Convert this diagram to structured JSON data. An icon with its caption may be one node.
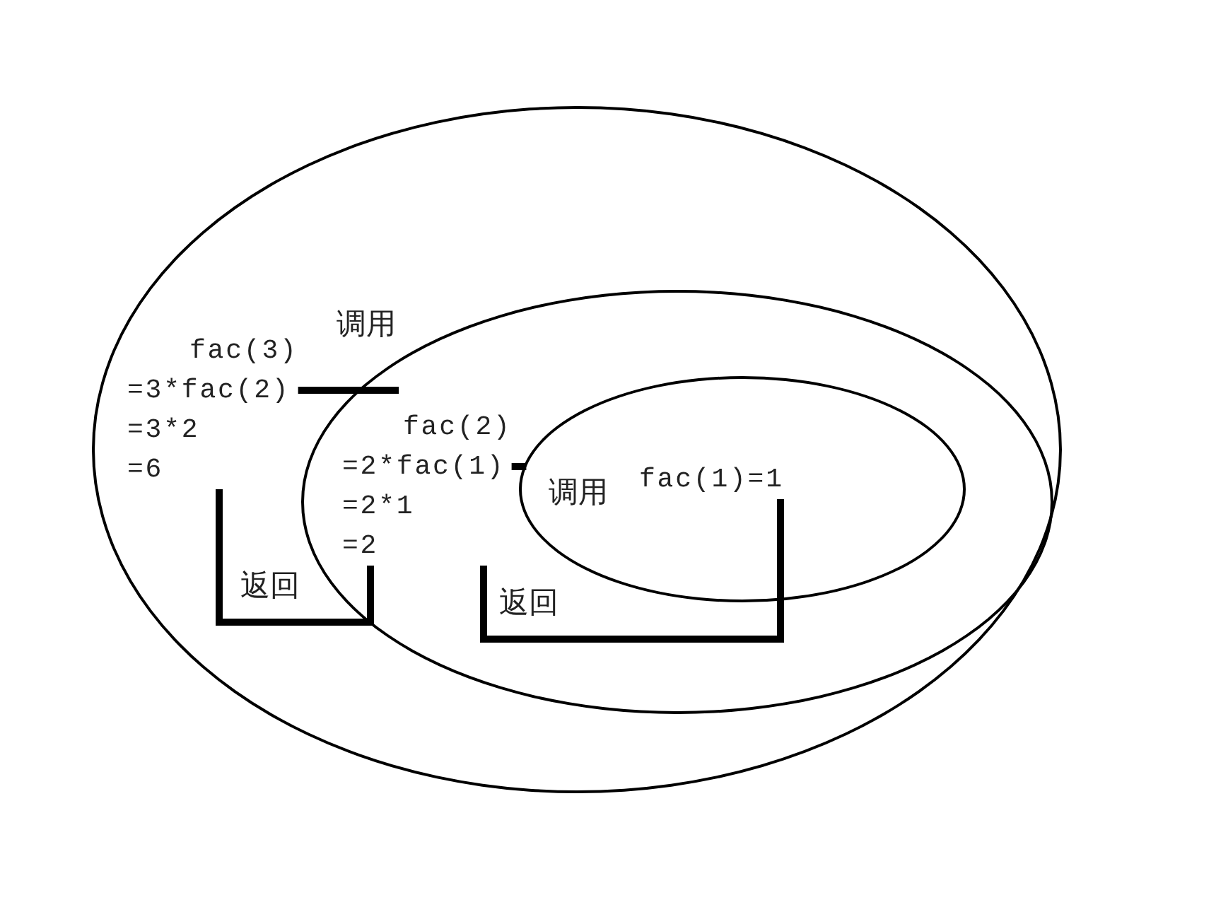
{
  "diagram": {
    "nodes": [
      {
        "text": [],
        "shape": "ellipse"
      },
      {
        "text": [
          "fac(3)",
          "=3*fac(2)",
          "=3*2",
          "=6"
        ],
        "in": 0
      },
      {
        "text": [],
        "shape": "ellipse",
        "in": 0
      },
      {
        "text": [
          "fac(2)",
          "=2*fac(1)",
          "=2*1",
          "=2"
        ],
        "in": 2
      },
      {
        "text": [],
        "shape": "ellipse",
        "in": 2
      },
      {
        "text": [
          "fac(1)=1"
        ],
        "in": 4
      }
    ],
    "edges": [
      {
        "from": 1,
        "to": 3,
        "arrow": "none",
        "label": "调用"
      },
      {
        "from": 3,
        "to": 4,
        "arrow": "none",
        "label": "调用"
      },
      {
        "from": 5,
        "to": 3,
        "arrow": "none",
        "label": "返回"
      },
      {
        "from": 3,
        "to": 1,
        "arrow": "none",
        "label": "返回"
      }
    ]
  }
}
